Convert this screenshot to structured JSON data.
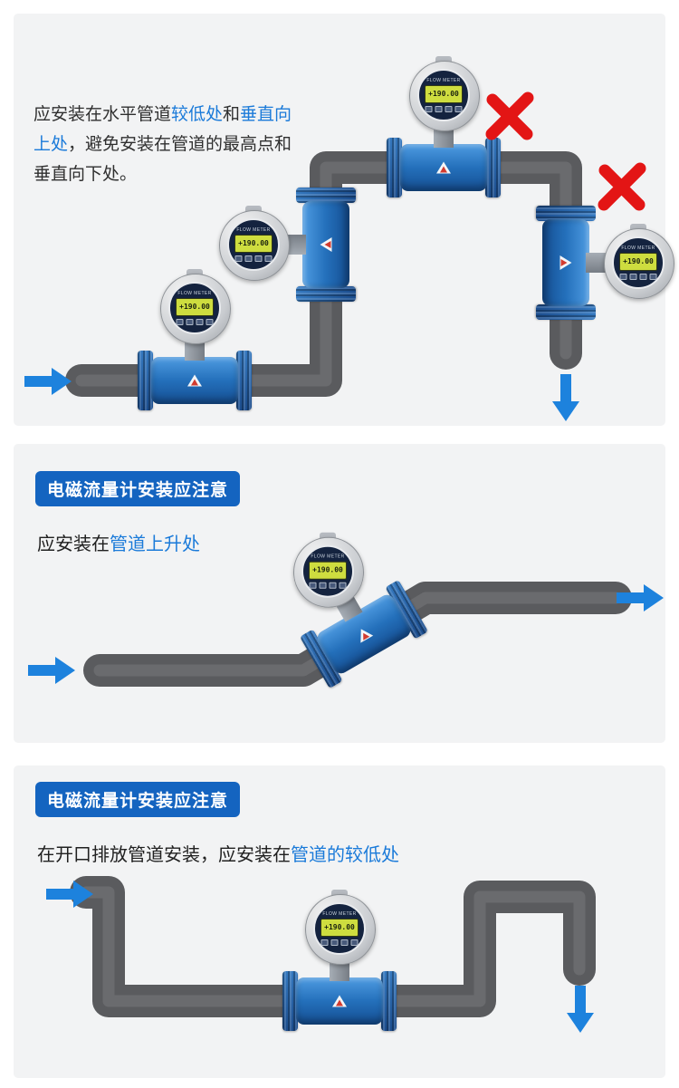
{
  "colors": {
    "accent_blue": "#1a7ad9",
    "badge_blue": "#1464c0",
    "arrow_blue": "#1d82dd",
    "pipe_gray": "#5a5b5e",
    "error_red": "#e31515",
    "panel_bg": "#f2f3f4",
    "lcd_yellow": "#cedd3f"
  },
  "meter": {
    "display_value": "+190.00",
    "brand": "FLOW METER"
  },
  "panel1": {
    "text": {
      "p1": "应安装在水平管道",
      "p2": "较低处",
      "p3": "和",
      "p4": "垂直向上处",
      "p5": "，避免安装在管道的最高点和垂直向下处。"
    }
  },
  "panel2": {
    "badge": "电磁流量计安装应注意",
    "caption": {
      "p1": "应安装在",
      "p2": "管道上升处"
    }
  },
  "panel3": {
    "badge": "电磁流量计安装应注意",
    "caption": {
      "p1": "在开口排放管道安装，应安装在",
      "p2": "管道的较低处"
    }
  }
}
